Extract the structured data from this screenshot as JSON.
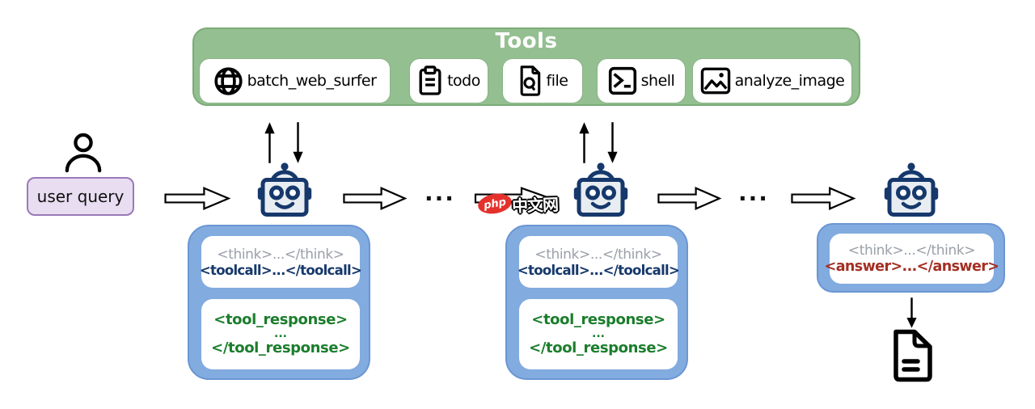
{
  "colors": {
    "tools_green": "#94bf90",
    "agent_blue": "#82abdf",
    "user_lavender": "#e8ddf1",
    "navy": "#16386b",
    "think_gray": "#9aa0a8",
    "response_green": "#1b7d2c",
    "answer_red": "#a52f23"
  },
  "tools_panel": {
    "title": "Tools",
    "items": [
      {
        "label": "batch_web_surfer",
        "icon": "globe-icon"
      },
      {
        "label": "todo",
        "icon": "clipboard-icon"
      },
      {
        "label": "file",
        "icon": "file-search-icon"
      },
      {
        "label": "shell",
        "icon": "terminal-icon"
      },
      {
        "label": "analyze_image",
        "icon": "image-icon"
      }
    ]
  },
  "user": {
    "query_label": "user query"
  },
  "flow": {
    "ellipsis": "...",
    "turns": [
      {
        "think": "<think>...</think>",
        "toolcall": "<toolcall>...</toolcall>",
        "tool_response_open": "<tool_response>",
        "tool_response_dots": "...",
        "tool_response_close": "</tool_response>"
      },
      {
        "think": "<think>...</think>",
        "toolcall": "<toolcall>...</toolcall>",
        "tool_response_open": "<tool_response>",
        "tool_response_dots": "...",
        "tool_response_close": "</tool_response>"
      }
    ],
    "final": {
      "think": "<think>...</think>",
      "answer": "<answer>...</answer>"
    }
  },
  "watermark": {
    "badge": "php",
    "text": "中文网"
  }
}
